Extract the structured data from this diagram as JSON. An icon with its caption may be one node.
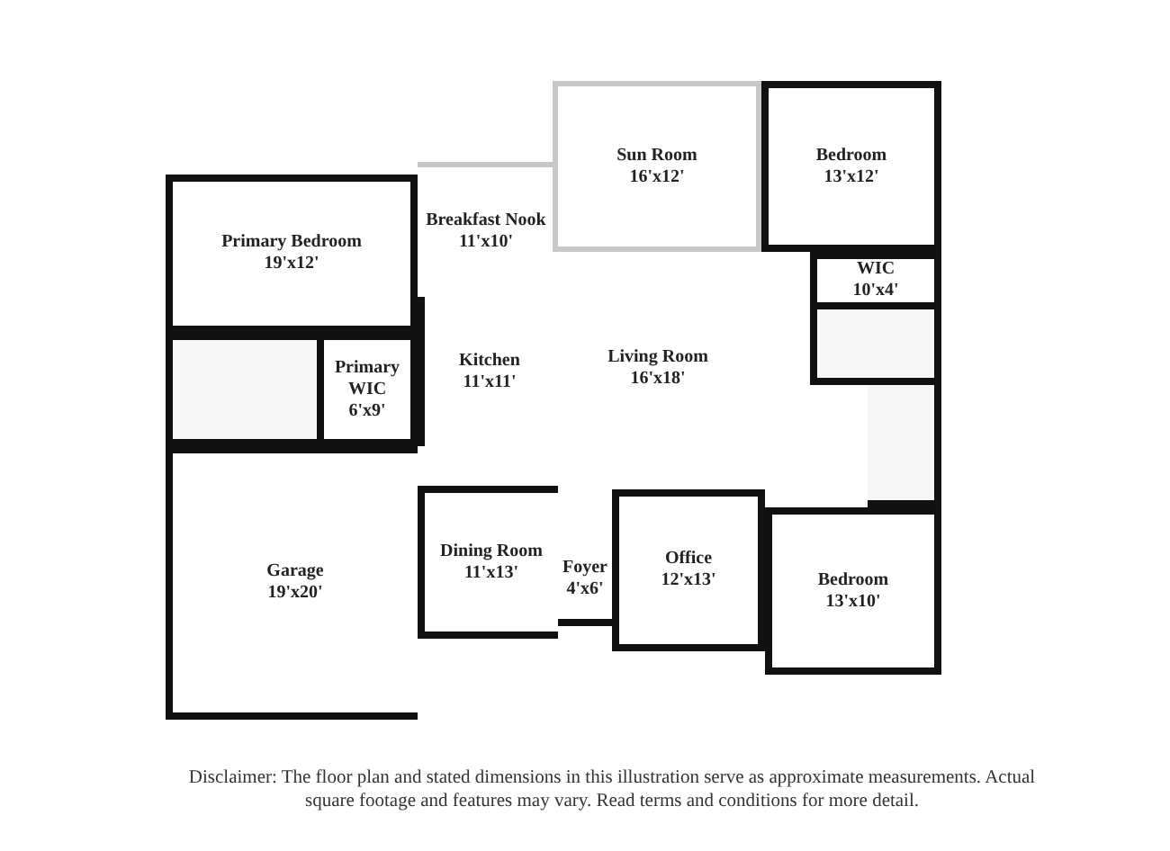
{
  "diagram": {
    "caption": "Disclaimer: The floor plan and stated dimensions in this illustration serve as approximate measurements. Actual square footage and features may vary. Read terms and conditions for more detail.",
    "nodes": [
      {
        "text": [
          "Sun Room",
          "16'x12'"
        ]
      },
      {
        "text": [
          "Bedroom",
          "13'x12'"
        ]
      },
      {
        "text": [
          "Primary Bedroom",
          "19'x12'"
        ]
      },
      {
        "text": [
          "Breakfast Nook",
          "11'x10'"
        ]
      },
      {
        "text": [
          "WIC",
          "10'x4'"
        ]
      },
      {
        "text": [
          "Kitchen",
          "11'x11'"
        ]
      },
      {
        "text": [
          "Living Room",
          "16'x18'"
        ]
      },
      {
        "text": [],
        "shape": "box"
      },
      {
        "text": [
          "Primary WIC",
          "6'x9'"
        ]
      },
      {
        "text": [],
        "shape": "box"
      },
      {
        "text": [],
        "shape": "box"
      },
      {
        "text": [
          "Garage",
          "19'x20'"
        ]
      },
      {
        "text": [
          "Dining Room",
          "11'x13'"
        ]
      },
      {
        "text": [
          "Foyer",
          "4'x6'"
        ]
      },
      {
        "text": [
          "Office",
          "12'x13'"
        ]
      },
      {
        "text": [
          "Bedroom",
          "13'x10'"
        ]
      }
    ]
  }
}
